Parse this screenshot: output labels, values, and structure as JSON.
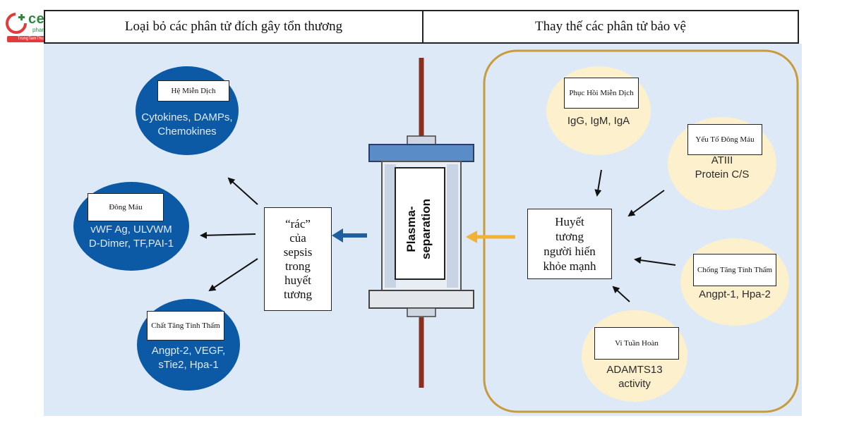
{
  "brand": {
    "name": "central",
    "sub": "pharmacy",
    "bar": "TrungTamThuoc.com"
  },
  "headers": {
    "left": "Loại bỏ các phân tử đích gây tổn thương",
    "right": "Thay thế các phân tử bảo vệ"
  },
  "left_groups": [
    {
      "label": "Hệ Miễn Dịch",
      "line1": "Cytokines, DAMPs,",
      "line2": "Chemokines"
    },
    {
      "label": "Đông Máu",
      "line1": "vWF Ag, ULVWM",
      "line2": "D-Dimer, TF,PAI-1"
    },
    {
      "label": "Chất Tăng Tính Thấm",
      "line1": "Angpt-2, VEGF,",
      "line2": "sTie2, Hpa-1"
    }
  ],
  "center_box": {
    "lines": [
      "“rác”",
      "của",
      "sepsis",
      "trong",
      "huyết",
      "tương"
    ]
  },
  "device": {
    "line1": "Plasma-",
    "line2": "separation"
  },
  "plasma_box": {
    "lines": [
      "Huyết",
      "tương",
      "người hiến",
      "khỏe mạnh"
    ]
  },
  "right_groups": [
    {
      "label": "Phục Hồi Miễn Dịch",
      "line1": "IgG, IgM, IgA",
      "line2": ""
    },
    {
      "label": "Yếu Tố Đông Máu",
      "line1": "ATIII",
      "line2": "Protein C/S"
    },
    {
      "label": "Chống Tăng Tính Thấm",
      "line1": "Angpt-1, Hpa-2",
      "line2": ""
    },
    {
      "label": "Vi Tuần Hoàn",
      "line1": "ADAMTS13",
      "line2": "activity"
    }
  ],
  "colors": {
    "background_panel": "#dde9f6",
    "blue_circle": "#0c5aa6",
    "yellow_circle": "#fdf0cc",
    "frame_border": "#c89b3c",
    "tube": "#8b2f1f",
    "arrow_blue": "#1f5fa0",
    "arrow_orange": "#f2b233"
  }
}
